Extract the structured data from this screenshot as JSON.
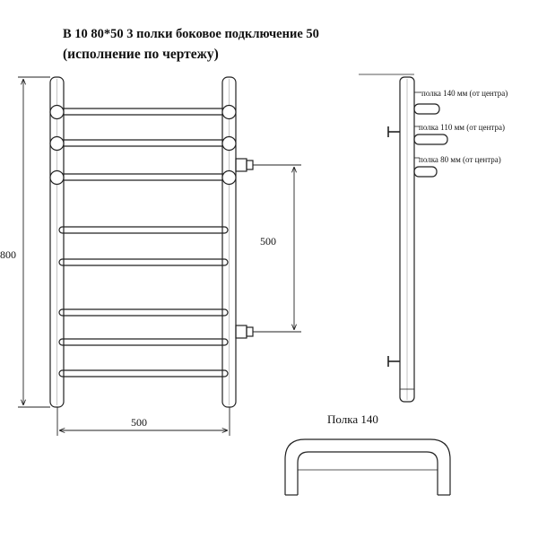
{
  "title": {
    "line1": "В 10 80*50 3 полки боковое подключение 50",
    "line2": "(исполнение по чертежу)"
  },
  "front_view": {
    "height_dim": "800",
    "width_dim": "500",
    "connection_dim": "500"
  },
  "side_view": {
    "shelf_labels": [
      "полка 140 мм (от центра)",
      "полка 110 мм (от центра)",
      "полка 80 мм (от центра)"
    ]
  },
  "shelf_detail": {
    "title": "Полка 140"
  }
}
